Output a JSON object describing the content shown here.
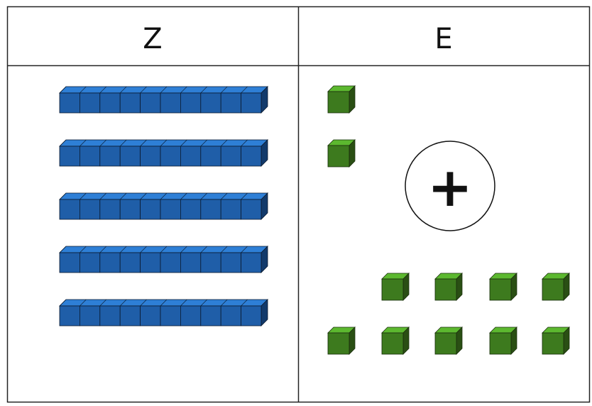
{
  "table": {
    "columns": [
      {
        "header": "Z"
      },
      {
        "header": "E"
      }
    ]
  },
  "tens": {
    "count": 5,
    "units_per_rod": 10,
    "color": "#1f5ea8"
  },
  "ones": {
    "count": 11,
    "color": "#3d7a1e"
  },
  "operator": {
    "symbol": "+"
  },
  "colors": {
    "rod_front": "#1f5ea8",
    "rod_top": "#2e7fd6",
    "rod_side": "#123a6b",
    "cube_front": "#3d7a1e",
    "cube_top": "#5cb82f",
    "cube_side": "#2a4f14",
    "outline": "#0b1a2e"
  }
}
